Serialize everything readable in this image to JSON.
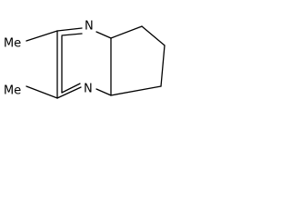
{
  "molecule": {
    "atoms": {
      "n_top": "N",
      "n_bottom": "N",
      "me_top": "Me",
      "me_bottom": "Me"
    }
  },
  "colors": {
    "background": "#ffffff",
    "bond": "#000000",
    "label": "#000000"
  }
}
